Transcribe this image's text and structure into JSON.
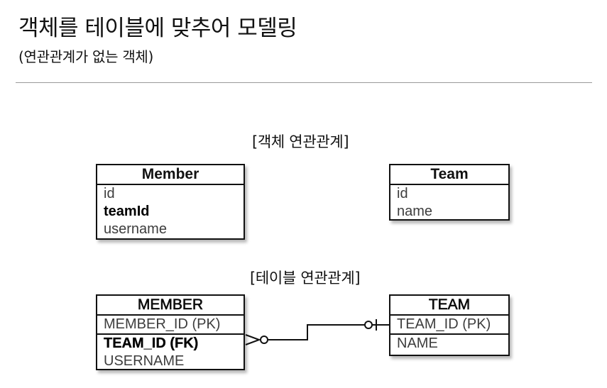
{
  "title": "객체를 테이블에 맞추어 모델링",
  "subtitle": "(연관관계가 없는 객체)",
  "sections": {
    "object": "[객체 연관관계]",
    "table": "[테이블 연관관계]"
  },
  "object_model": {
    "member": {
      "name": "Member",
      "fields": [
        "id",
        "teamId",
        "username"
      ]
    },
    "team": {
      "name": "Team",
      "fields": [
        "id",
        "name"
      ]
    }
  },
  "table_model": {
    "member": {
      "name": "MEMBER",
      "pk": "MEMBER_ID (PK)",
      "fk": "TEAM_ID (FK)",
      "col": "USERNAME"
    },
    "team": {
      "name": "TEAM",
      "pk": "TEAM_ID (PK)",
      "col": "NAME"
    }
  },
  "relationship": {
    "from": "MEMBER",
    "to": "TEAM",
    "from_cardinality": "zero-or-many",
    "to_cardinality": "zero-or-one"
  }
}
